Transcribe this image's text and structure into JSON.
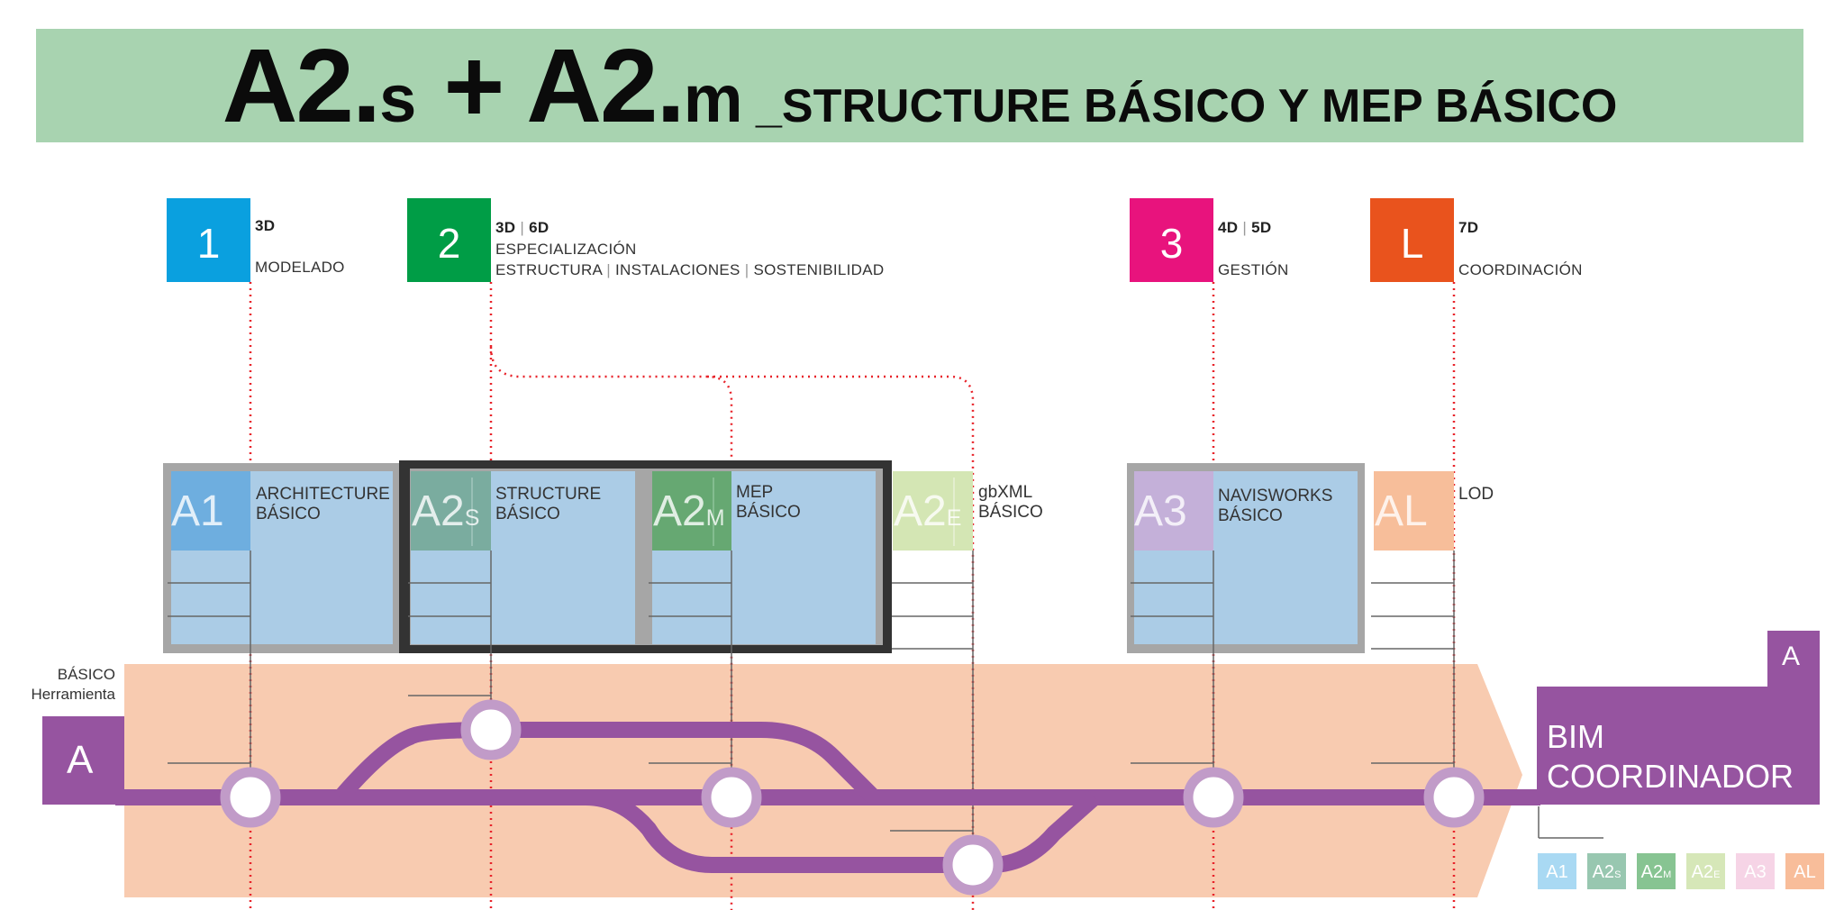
{
  "header": {
    "title_part1": "A2.",
    "title_part1_small": "s",
    "title_plus": " + ",
    "title_part2": "A2.",
    "title_part2_small": "m",
    "title_sub": " _STRUCTURE BÁSICO Y MEP BÁSICO"
  },
  "phases": [
    {
      "number": "1",
      "dims": [
        "3D"
      ],
      "line1": "MODELADO",
      "line2": "",
      "color": "#0aa0df"
    },
    {
      "number": "2",
      "dims": [
        "3D",
        "6D"
      ],
      "line1": "ESPECIALIZACIÓN",
      "line2_parts": [
        "ESTRUCTURA",
        "INSTALACIONES",
        "SOSTENIBILIDAD"
      ],
      "color": "#009d46"
    },
    {
      "number": "3",
      "dims": [
        "4D",
        "5D"
      ],
      "line1": "GESTIÓN",
      "line2": "",
      "color": "#e8137d"
    },
    {
      "number": "L",
      "dims": [
        "7D"
      ],
      "line1": "COORDINACIÓN",
      "line2": "",
      "color": "#e9531d"
    }
  ],
  "modules": [
    {
      "code": "A1",
      "sub": "",
      "label1": "ARCHITECTURE",
      "label2": "BÁSICO",
      "color": "#6eaedf"
    },
    {
      "code": "A2",
      "sub": "S",
      "label1": "STRUCTURE",
      "label2": "BÁSICO",
      "color": "#7aac9f"
    },
    {
      "code": "A2",
      "sub": "M",
      "label1": "MEP",
      "label2": "BÁSICO",
      "color": "#66a872"
    },
    {
      "code": "A2",
      "sub": "E",
      "label1": "gbXML",
      "label2": "BÁSICO",
      "color": "#d4e6b4"
    },
    {
      "code": "A3",
      "sub": "",
      "label1": "NAVISWORKS",
      "label2": "BÁSICO",
      "color": "#c4b0d9"
    },
    {
      "code": "AL",
      "sub": "",
      "label1": "LOD",
      "label2": "",
      "color": "#f7be9a"
    }
  ],
  "track": {
    "side_label_1": "BÁSICO",
    "side_label_2": "Herramienta",
    "start_letter": "A",
    "end_corner_letter": "A",
    "end_line1": "BIM",
    "end_line2": "COORDINADOR",
    "band_color": "#f8cbb0",
    "line_color": "#9654a0"
  },
  "legend": [
    {
      "code": "A1",
      "sub": "",
      "color": "#a9d9f3"
    },
    {
      "code": "A2",
      "sub": "S",
      "color": "#98c7b0"
    },
    {
      "code": "A2",
      "sub": "M",
      "color": "#87c492"
    },
    {
      "code": "A2",
      "sub": "E",
      "color": "#d6e7b8"
    },
    {
      "code": "A3",
      "sub": "",
      "color": "#f6d4e6"
    },
    {
      "code": "AL",
      "sub": "",
      "color": "#f8bd9a"
    }
  ],
  "colors": {
    "header_bg": "#a8d3b0",
    "module_box_bg": "#abcce6",
    "module_frame": "#a6a6a6",
    "highlight_frame": "#333333",
    "guide_red": "#e8232a"
  }
}
